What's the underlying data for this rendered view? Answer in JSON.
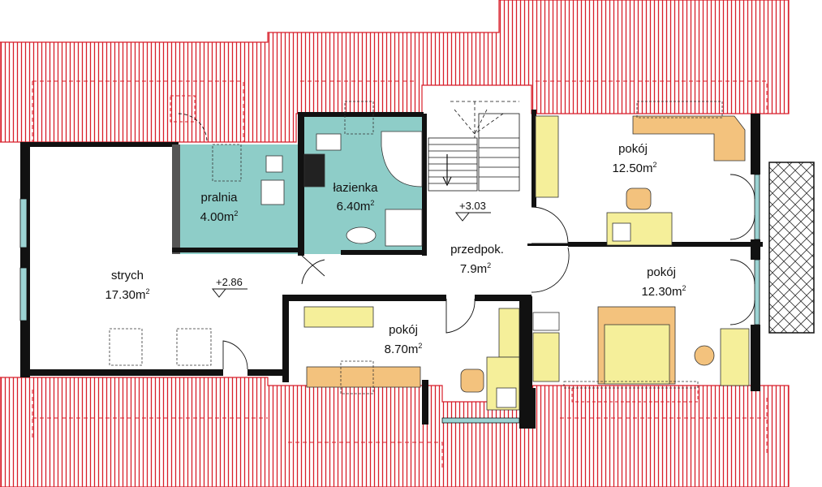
{
  "colors": {
    "roof_fill": "#ffffff",
    "roof_hatch": "#d81e2a",
    "wall": "#111111",
    "wet_room": "#8ecdc8",
    "furniture_yellow": "#f5ef9a",
    "furniture_orange": "#f3c27d",
    "window": "#9bd3d3"
  },
  "rooms": [
    {
      "id": "strych",
      "name": "strych",
      "area": "17.30m",
      "unit_sup": "2"
    },
    {
      "id": "pralnia",
      "name": "pralnia",
      "area": "4.00m",
      "unit_sup": "2"
    },
    {
      "id": "lazienka",
      "name": "łazienka",
      "area": "6.40m",
      "unit_sup": "2"
    },
    {
      "id": "przedpok",
      "name": "przedpok.",
      "area": "7.9m",
      "unit_sup": "2"
    },
    {
      "id": "pokoj1",
      "name": "pokój",
      "area": "12.50m",
      "unit_sup": "2"
    },
    {
      "id": "pokoj2",
      "name": "pokój",
      "area": "12.30m",
      "unit_sup": "2"
    },
    {
      "id": "pokoj3",
      "name": "pokój",
      "area": "8.70m",
      "unit_sup": "2"
    }
  ],
  "levels": [
    {
      "id": "lvl-attic",
      "text": "+2.86"
    },
    {
      "id": "lvl-hall",
      "text": "+3.03"
    }
  ],
  "icons": [
    "stair-arrow-icon",
    "level-marker-icon",
    "door-swing-icon"
  ]
}
